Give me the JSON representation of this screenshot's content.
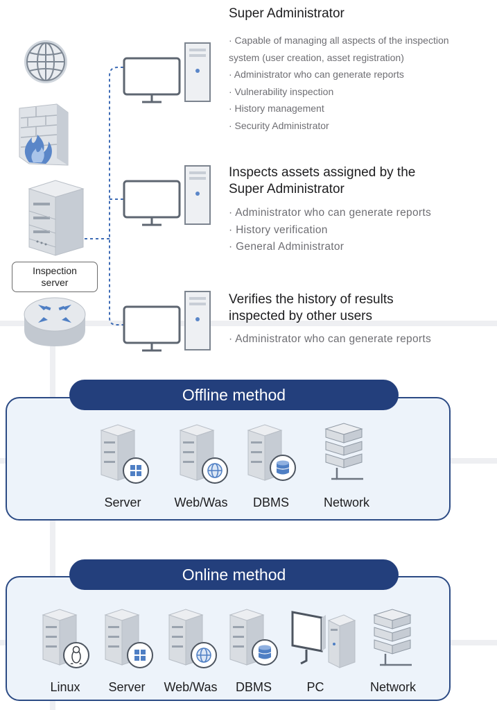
{
  "roles": [
    {
      "heading": [
        "Super Administrator"
      ],
      "bullets": [
        "· Capable of managing all aspects of the inspection",
        "system (user creation, asset registration)",
        "· Administrator who can generate reports",
        "· Vulnerability inspection",
        "· History management",
        "· Security Administrator"
      ]
    },
    {
      "heading": [
        "Inspects assets assigned by the",
        "Super Administrator"
      ],
      "bullets": [
        "· Administrator who can generate reports",
        "· History verification",
        "· General Administrator"
      ]
    },
    {
      "heading": [
        "Verifies the history of results",
        "inspected by other users"
      ],
      "bullets": [
        "· Administrator who can generate reports"
      ]
    }
  ],
  "inspection_server": {
    "label_line1": "Inspection",
    "label_line2": "server"
  },
  "left_icons": [
    "globe-icon",
    "firewall-icon",
    "server-icon",
    "router-icon"
  ],
  "offline": {
    "title": "Offline method",
    "assets": [
      {
        "label": "Server",
        "icon": "windows-server-icon"
      },
      {
        "label": "Web/Was",
        "icon": "web-server-icon"
      },
      {
        "label": "DBMS",
        "icon": "database-server-icon"
      },
      {
        "label": "Network",
        "icon": "network-switch-icon"
      }
    ]
  },
  "online": {
    "title": "Online method",
    "assets": [
      {
        "label": "Linux",
        "icon": "linux-server-icon"
      },
      {
        "label": "Server",
        "icon": "windows-server-icon"
      },
      {
        "label": "Web/Was",
        "icon": "web-server-icon"
      },
      {
        "label": "DBMS",
        "icon": "database-server-icon"
      },
      {
        "label": "PC",
        "icon": "pc-icon"
      },
      {
        "label": "Network",
        "icon": "network-switch-icon"
      }
    ]
  },
  "colors": {
    "navy": "#233f7c",
    "panel_bg": "#edf3fa",
    "dashed_line": "#3d6bb5",
    "bg_grid": "#eeeff2"
  }
}
